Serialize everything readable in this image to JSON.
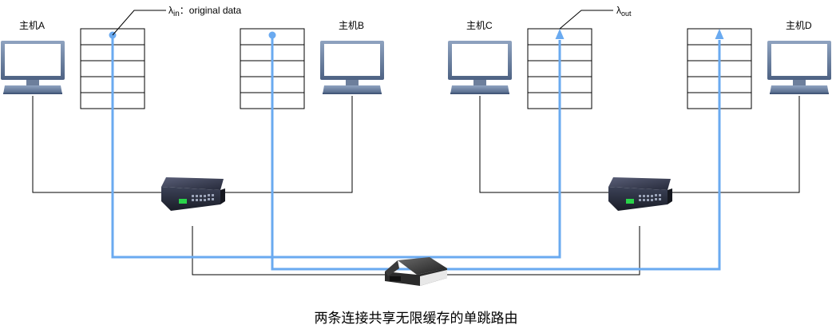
{
  "hosts": [
    {
      "label": "主机A"
    },
    {
      "label": "主机B"
    },
    {
      "label": "主机C"
    },
    {
      "label": "主机D"
    }
  ],
  "annotations": {
    "lambda_in_symbol": "λ",
    "lambda_in_sub": "in",
    "lambda_in_text": "：original data",
    "lambda_out_symbol": "λ",
    "lambda_out_sub": "out"
  },
  "caption": "两条连接共享无限缓存的单跳路由",
  "colors": {
    "flow_line": "#6aaaf0",
    "monitor_frame": "#5b6f8c",
    "monitor_screen": "#ffffff",
    "buffer_border": "#000000",
    "link_line": "#000000"
  }
}
